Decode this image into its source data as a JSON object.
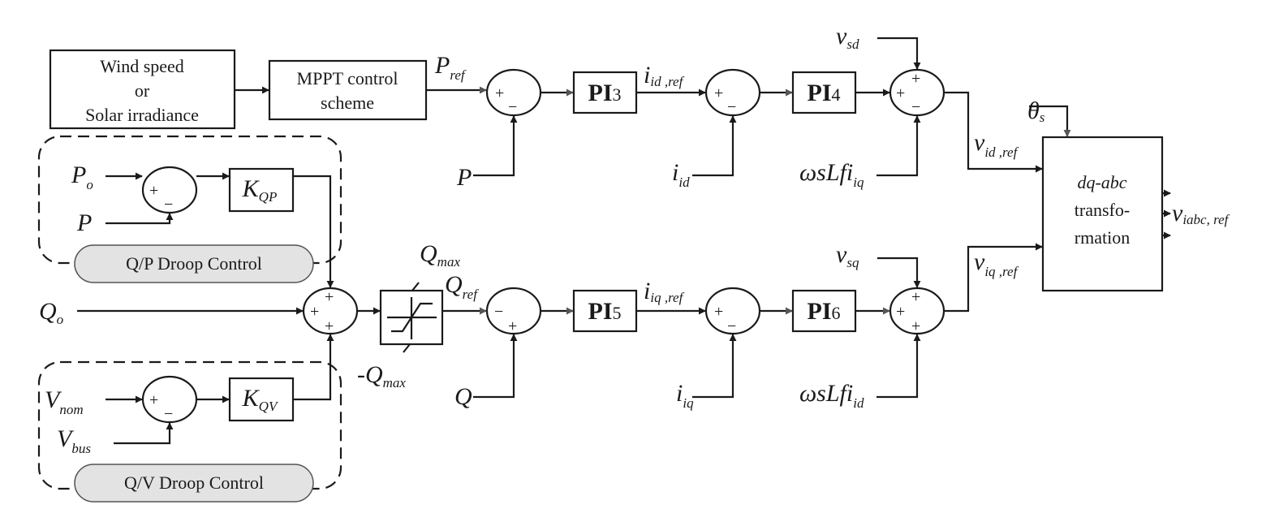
{
  "blocks": {
    "input_source": [
      "Wind speed",
      "or",
      "Solar irradiance"
    ],
    "mppt": [
      "MPPT control",
      "scheme"
    ],
    "pi3": {
      "main": "PI",
      "sub": "3"
    },
    "pi4": {
      "main": "PI",
      "sub": "4"
    },
    "pi5": {
      "main": "PI",
      "sub": "5"
    },
    "pi6": {
      "main": "PI",
      "sub": "6"
    },
    "kqp": {
      "main": "K",
      "sub": "QP"
    },
    "kqv": {
      "main": "K",
      "sub": "QV"
    },
    "dqabc": [
      "dq-abc",
      "transfo-",
      "rmation"
    ]
  },
  "groups": {
    "qp_droop": "Q/P Droop Control",
    "qv_droop": "Q/V Droop Control"
  },
  "signals": {
    "p_ref": {
      "main": "P",
      "sub": "ref"
    },
    "i_id_ref": {
      "main": "i",
      "sub": "id ,ref"
    },
    "v_sd": {
      "main": "v",
      "sub": "sd"
    },
    "theta_s": {
      "main": "θ",
      "sub": "s"
    },
    "p": {
      "main": "P",
      "sub": ""
    },
    "i_id": {
      "main": "i",
      "sub": "id"
    },
    "omega_lf_iiq": {
      "main": "ωsLf",
      "sub": "iq",
      "pre": "i"
    },
    "v_id_ref": {
      "main": "v",
      "sub": "id ,ref"
    },
    "p_o": {
      "main": "P",
      "sub": "o"
    },
    "p2": {
      "main": "P",
      "sub": ""
    },
    "v_iabc_ref": {
      "main": "v",
      "sub": "iabc, ref"
    },
    "q_max": {
      "main": "Q",
      "sub": "max"
    },
    "q_ref": {
      "main": "Q",
      "sub": "ref"
    },
    "i_iq_ref": {
      "main": "i",
      "sub": "iq ,ref"
    },
    "v_sq": {
      "main": "v",
      "sub": "sq"
    },
    "v_iq_ref": {
      "main": "v",
      "sub": "iq ,ref"
    },
    "q_o": {
      "main": "Q",
      "sub": "o"
    },
    "neg_q_max": {
      "main": "-Q",
      "sub": "max"
    },
    "q": {
      "main": "Q",
      "sub": ""
    },
    "i_iq": {
      "main": "i",
      "sub": "iq"
    },
    "omega_lf_iid": {
      "main": "ωsLf",
      "sub": "id",
      "pre": "i"
    },
    "v_nom": {
      "main": "V",
      "sub": "nom"
    },
    "v_bus": {
      "main": "V",
      "sub": "bus"
    }
  },
  "signs": {
    "plus": "+",
    "minus": "−"
  }
}
